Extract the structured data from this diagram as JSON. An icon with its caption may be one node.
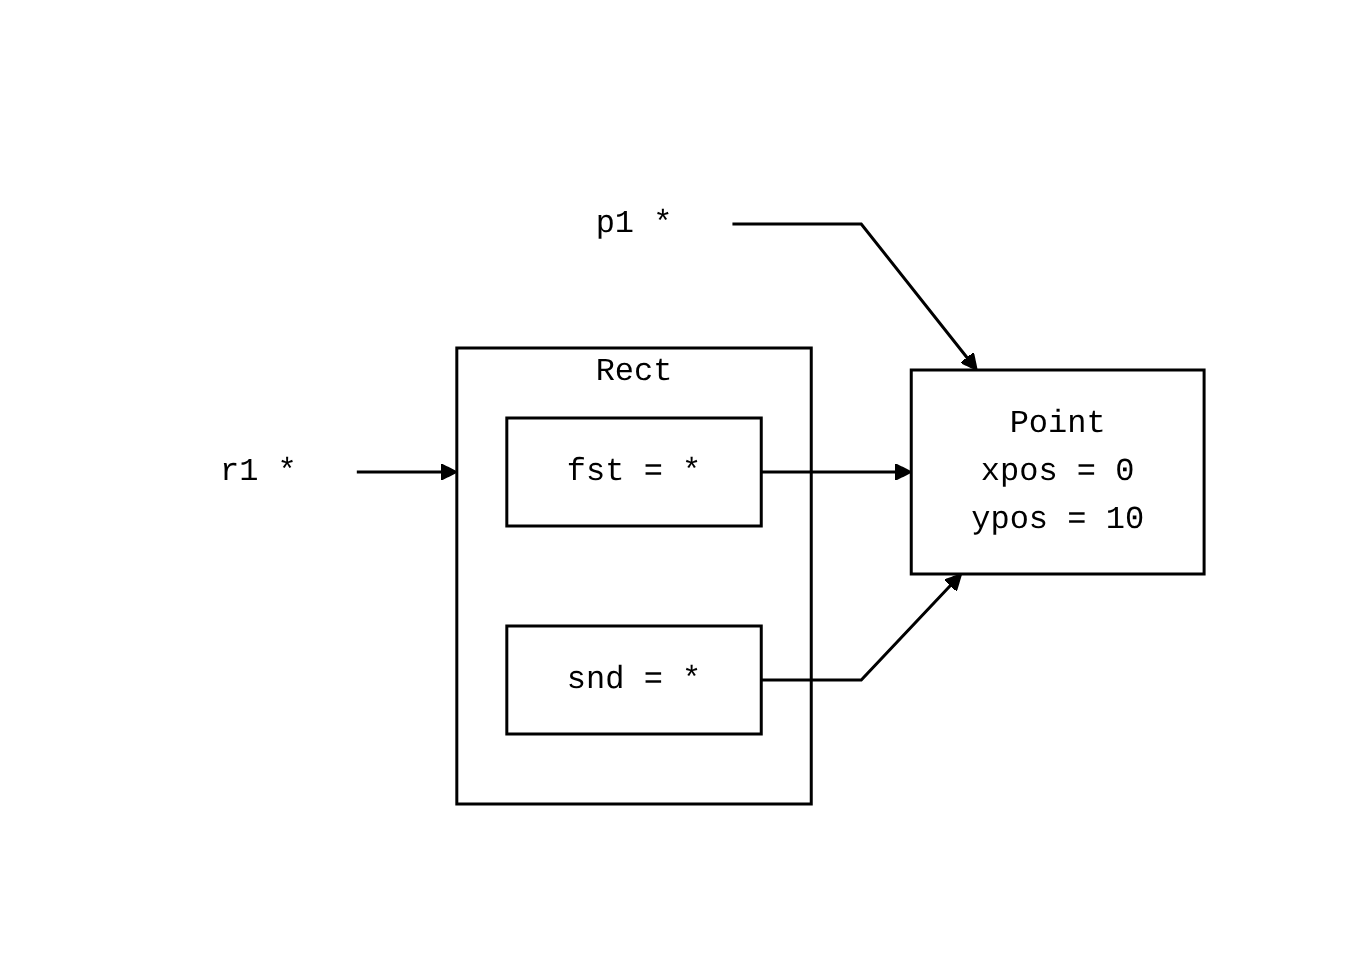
{
  "diagram": {
    "nodes": [
      {
        "text": [
          "p1 *"
        ]
      },
      {
        "text": [
          "Point",
          "xpos = 0",
          "ypos = 10"
        ]
      },
      {
        "text": [
          "r1 *"
        ]
      },
      {
        "text": [
          "Rect"
        ]
      },
      {
        "text": [
          "fst = *"
        ],
        "in": 3
      },
      {
        "text": [
          "snd = *"
        ],
        "in": 3
      }
    ],
    "edges": [
      {
        "from": 0,
        "to": 1,
        "arrow": "to"
      },
      {
        "from": 2,
        "to": 3,
        "arrow": "to"
      },
      {
        "from": 4,
        "to": 1,
        "arrow": "to"
      },
      {
        "from": 5,
        "to": 1,
        "arrow": "to"
      }
    ]
  }
}
